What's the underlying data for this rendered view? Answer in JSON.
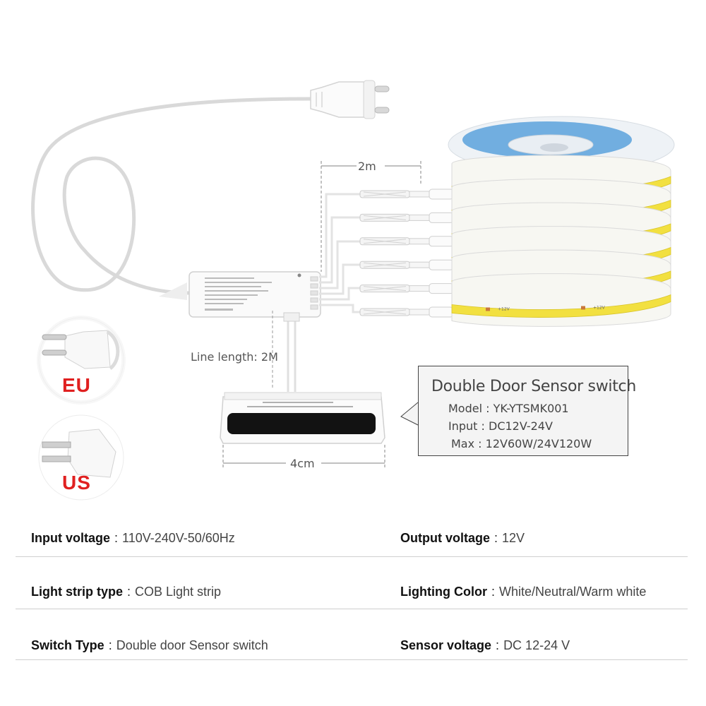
{
  "diagram": {
    "cable_length_label": "2m",
    "line_length_label": "Line length: 2M",
    "sensor_width_label": "4cm",
    "strip_voltage_mark": "+12V",
    "strip_count": 6
  },
  "plugs": [
    {
      "label": "EU"
    },
    {
      "label": "US"
    }
  ],
  "callout": {
    "title": "Double Door Sensor switch",
    "model": "Model : YK-YTSMK001",
    "input": "Input : DC12V-24V",
    "max": "Max : 12V60W/24V120W"
  },
  "specs": {
    "rows": [
      {
        "left": {
          "key": "Input voltage",
          "value": "110V-240V-50/60Hz"
        },
        "right": {
          "key": "Output voltage",
          "value": "12V"
        }
      },
      {
        "left": {
          "key": "Light strip type",
          "value": "COB Light strip"
        },
        "right": {
          "key": "Lighting Color",
          "value": "White/Neutral/Warm white"
        }
      },
      {
        "left": {
          "key": "Switch Type",
          "value": "Double door Sensor switch"
        },
        "right": {
          "key": "Sensor voltage",
          "value": "DC 12-24 V"
        }
      }
    ]
  },
  "colors": {
    "strip_yellow": "#f2e040",
    "strip_white": "#f7f7f2",
    "reel_blue": "#5aa2dc",
    "badge_red": "#e02020"
  }
}
